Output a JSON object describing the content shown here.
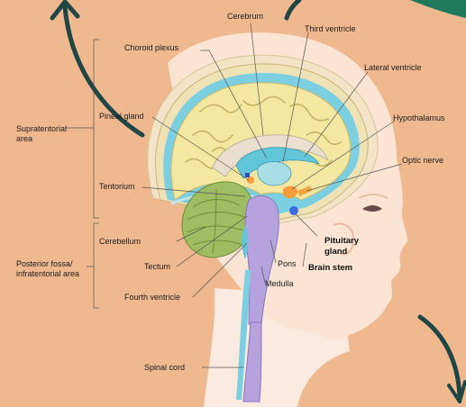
{
  "labels": {
    "cerebrum": "Cerebrum",
    "third_ventricle": "Third ventricle",
    "choroid_plexus": "Choroid plexus",
    "lateral_ventricle": "Lateral ventricle",
    "supratentorial_line1": "Supratentorial",
    "supratentorial_line2": "area",
    "pineal_gland": "Pineal gland",
    "hypothalamus": "Hypothalamus",
    "optic_nerve": "Optic nerve",
    "tentorium": "Tentorium",
    "pituitary_line1": "Pituitary",
    "pituitary_line2": "gland",
    "cerebellum": "Cerebellum",
    "posterior_line1": "Posterior fossa/",
    "posterior_line2": "infratentorial area",
    "tectum": "Tectum",
    "pons": "Pons",
    "brain_stem": "Brain stem",
    "medulla": "Medulla",
    "fourth_ventricle": "Fourth ventricle",
    "spinal_cord": "Spinal cord"
  },
  "colors": {
    "background": "#f0b88f",
    "cerebrum": "#f3e7a1",
    "ventricle": "#63c5d8",
    "cerebellum": "#9fbd62",
    "brainstem": "#b6a3de",
    "skin": "#fbeadf",
    "arrow": "#1f4644",
    "accent_green": "#1f7a5c"
  }
}
